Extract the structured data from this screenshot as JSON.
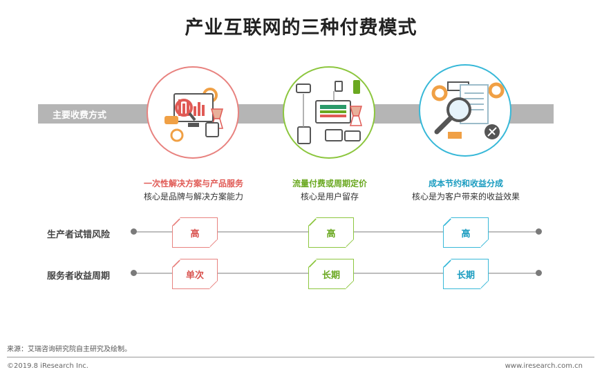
{
  "title": "产业互联网的三种付费模式",
  "band_label": "主要收费方式",
  "colors": {
    "red": "#e8827f",
    "green": "#8cc63e",
    "blue": "#37b8d8",
    "band": "#b5b5b5"
  },
  "models": [
    {
      "title": "一次性解决方案与产品服务",
      "subtitle": "核心是品牌与解决方案能力",
      "icon": "dashboard-monitor-icon",
      "color": "#e05a55"
    },
    {
      "title": "流量付费或周期定价",
      "subtitle": "核心是用户留存",
      "icon": "devices-network-icon",
      "color": "#6aa820"
    },
    {
      "title": "成本节约和收益分成",
      "subtitle": "核心是为客户带来的收益效果",
      "icon": "magnifier-gears-icon",
      "color": "#1a9cc0"
    }
  ],
  "rows": [
    {
      "label": "生产者试错风险",
      "values": [
        "高",
        "高",
        "高"
      ]
    },
    {
      "label": "服务者收益周期",
      "values": [
        "单次",
        "长期",
        "长期"
      ]
    }
  ],
  "footer": {
    "source": "来源：艾瑞咨询研究院自主研究及绘制。",
    "copyright": "©2019.8 iResearch Inc.",
    "website": "www.iresearch.com.cn"
  }
}
